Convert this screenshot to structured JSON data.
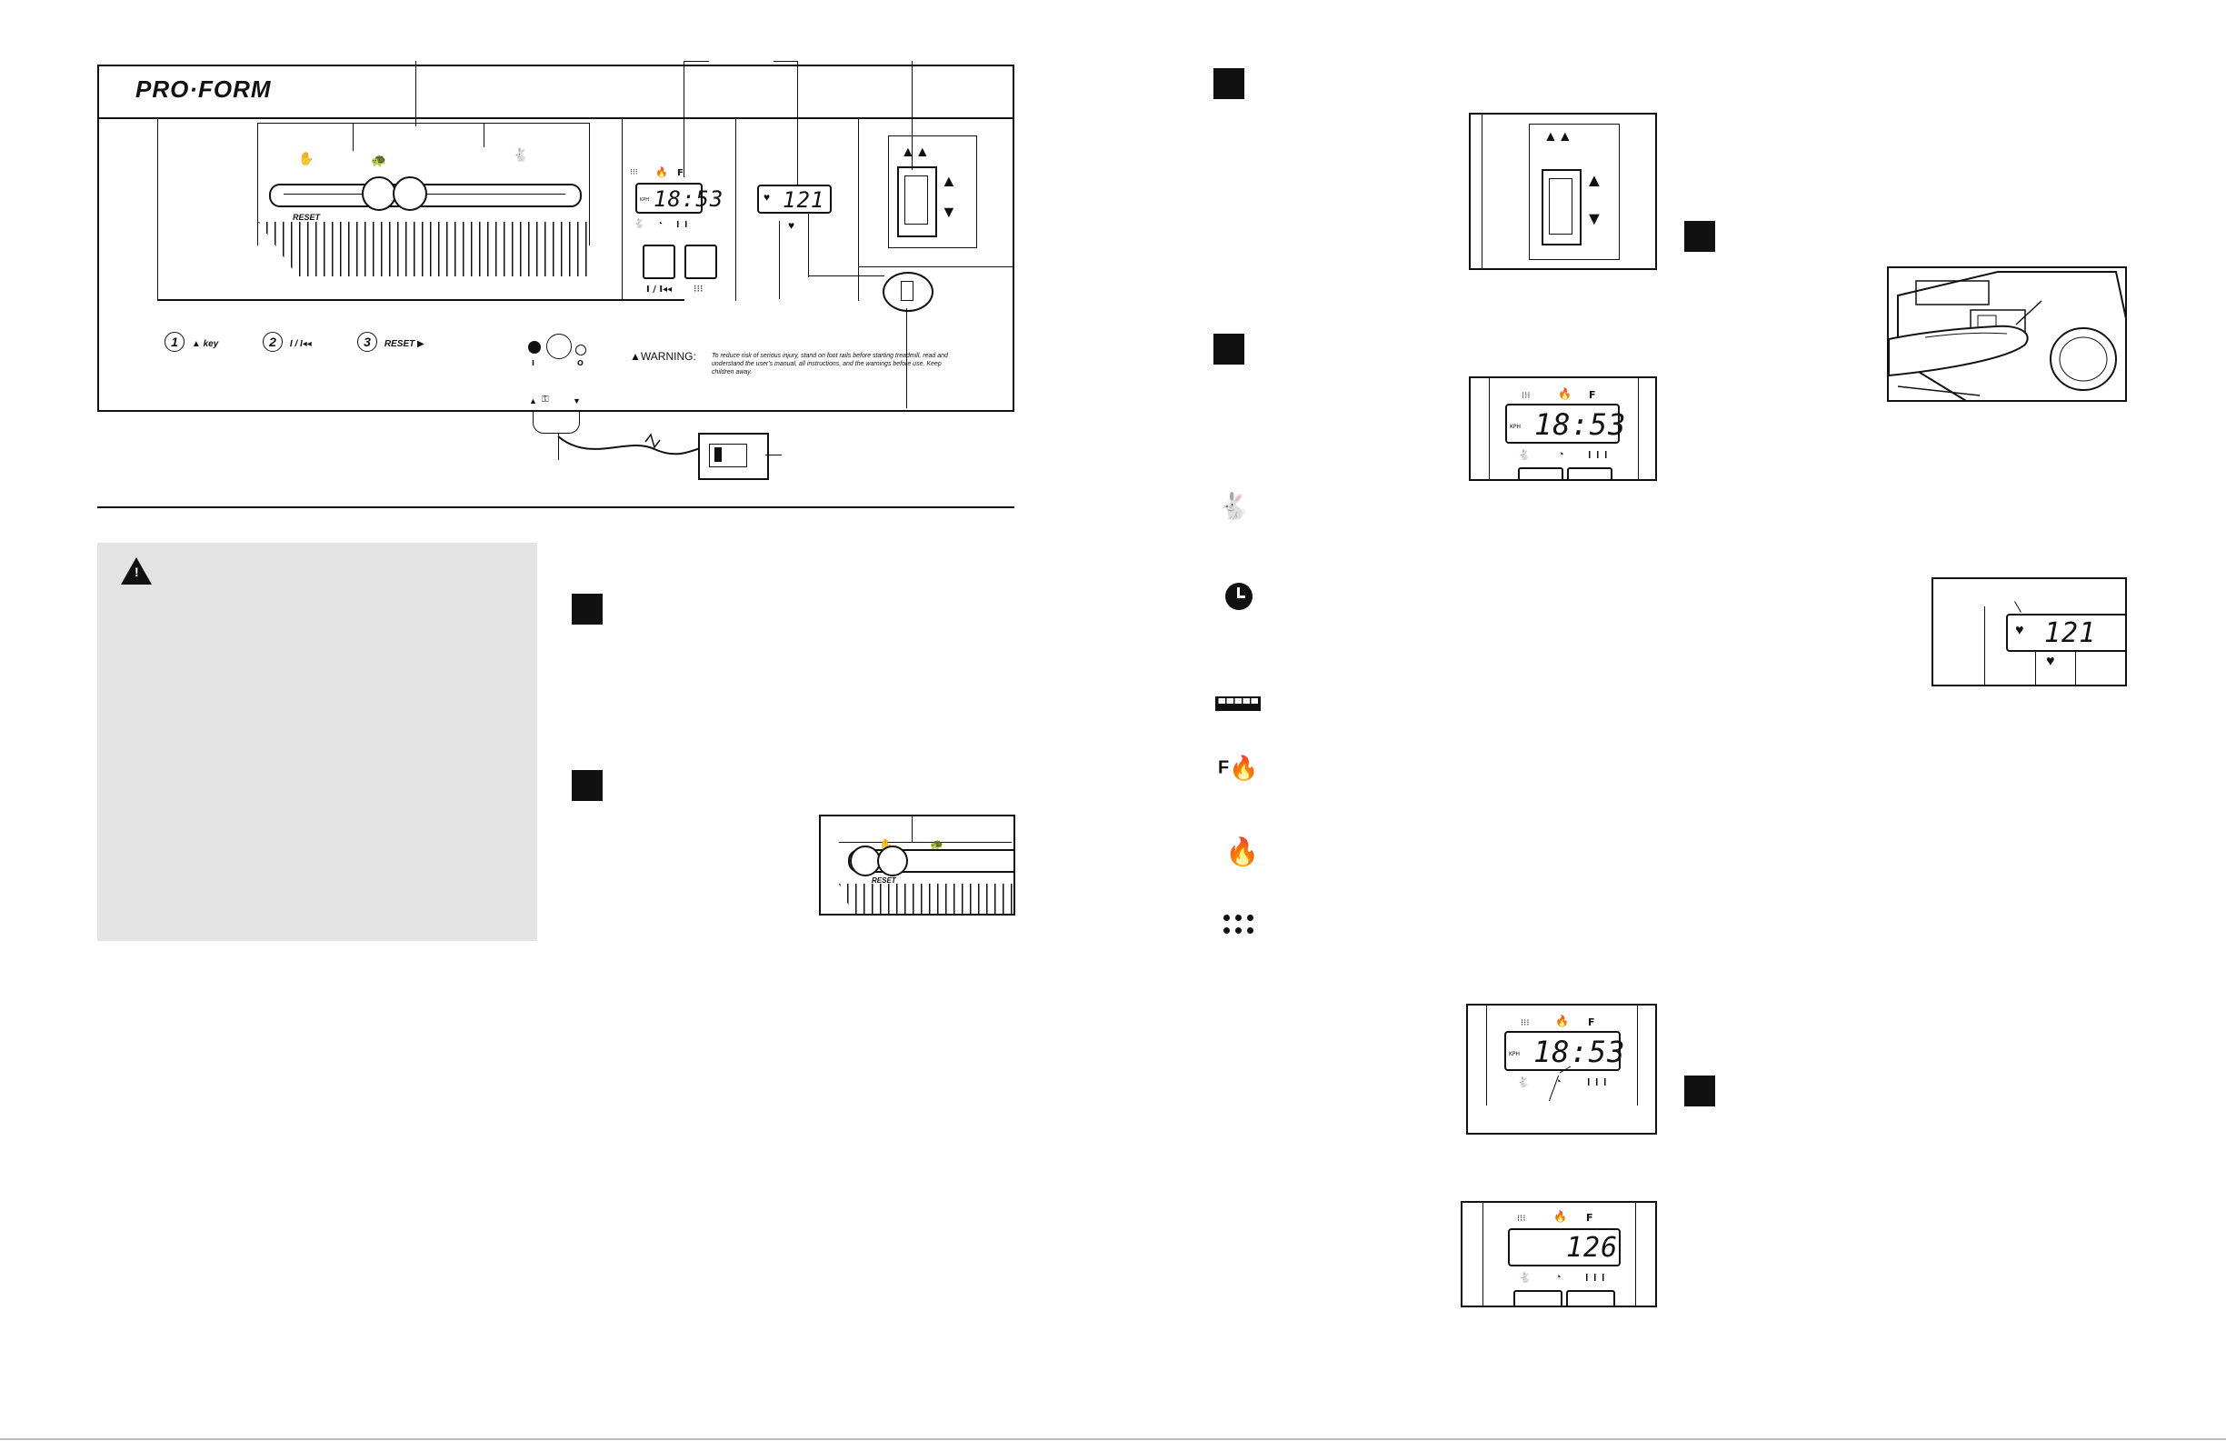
{
  "colors": {
    "ink": "#111111",
    "warning_panel": "#e3e3e3"
  },
  "console": {
    "brand": "PRO·FORM",
    "speed_panel": {
      "reset_label": "RESET"
    },
    "main_display": {
      "units": "KPH",
      "value": "18:53",
      "fat_label": "F"
    },
    "pulse_display": {
      "value": "121"
    },
    "start_button_label": "I / I◂◂",
    "instructions": {
      "step1_num": "1",
      "step1_text": "▲ key",
      "step2_num": "2",
      "step2_text": "I / I◂◂",
      "step3_num": "3",
      "step3_text": "RESET ▶"
    },
    "power_switch": {
      "on": "I",
      "off": "O"
    },
    "warning": {
      "label": "WARNING:",
      "text": "To reduce risk of serious injury, stand on foot rails before starting treadmill, read and understand the user's manual, all instructions, and the warnings before use.  Keep children away."
    },
    "key_arrows": {
      "up": "▲",
      "down": "▼"
    }
  },
  "speed_detail": {
    "reset_label": "RESET"
  },
  "display_detail_1": {
    "units": "KPH",
    "value": "18:53",
    "fat_label": "F"
  },
  "display_detail_2": {
    "units": "KPH",
    "value": "18:53",
    "fat_label": "F"
  },
  "display_detail_3": {
    "value": "126",
    "fat_label": "F"
  },
  "pulse_detail": {
    "value": "121"
  },
  "icon_list": [
    {
      "icon": "speed-rabbit-icon"
    },
    {
      "icon": "clock-icon"
    },
    {
      "icon": "distance-ruler-icon"
    },
    {
      "icon": "fat-calories-icon",
      "label": "F"
    },
    {
      "icon": "calories-flame-icon"
    },
    {
      "icon": "scan-dots-icon"
    }
  ]
}
